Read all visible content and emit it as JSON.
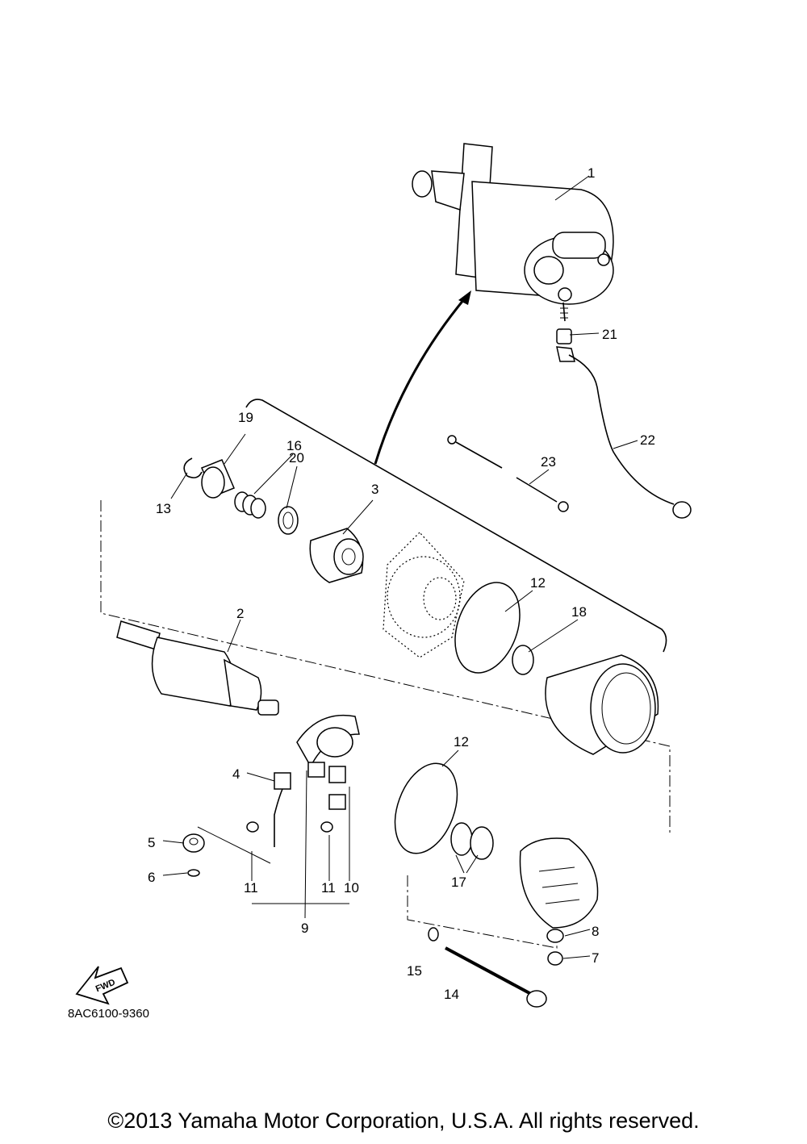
{
  "diagram_code": "8AC6100-9360",
  "fwd_label": "FWD",
  "copyright": "©2013 Yamaha Motor Corporation, U.S.A. All rights reserved.",
  "callouts": {
    "c1": "1",
    "c2": "2",
    "c3": "3",
    "c4": "4",
    "c5": "5",
    "c6": "6",
    "c7": "7",
    "c8": "8",
    "c9": "9",
    "c10": "10",
    "c11a": "11",
    "c11b": "11",
    "c12a": "12",
    "c12b": "12",
    "c13": "13",
    "c14": "14",
    "c15": "15",
    "c16": "16",
    "c17": "17",
    "c18": "18",
    "c19": "19",
    "c20": "20",
    "c21": "21",
    "c22": "22",
    "c23": "23"
  }
}
